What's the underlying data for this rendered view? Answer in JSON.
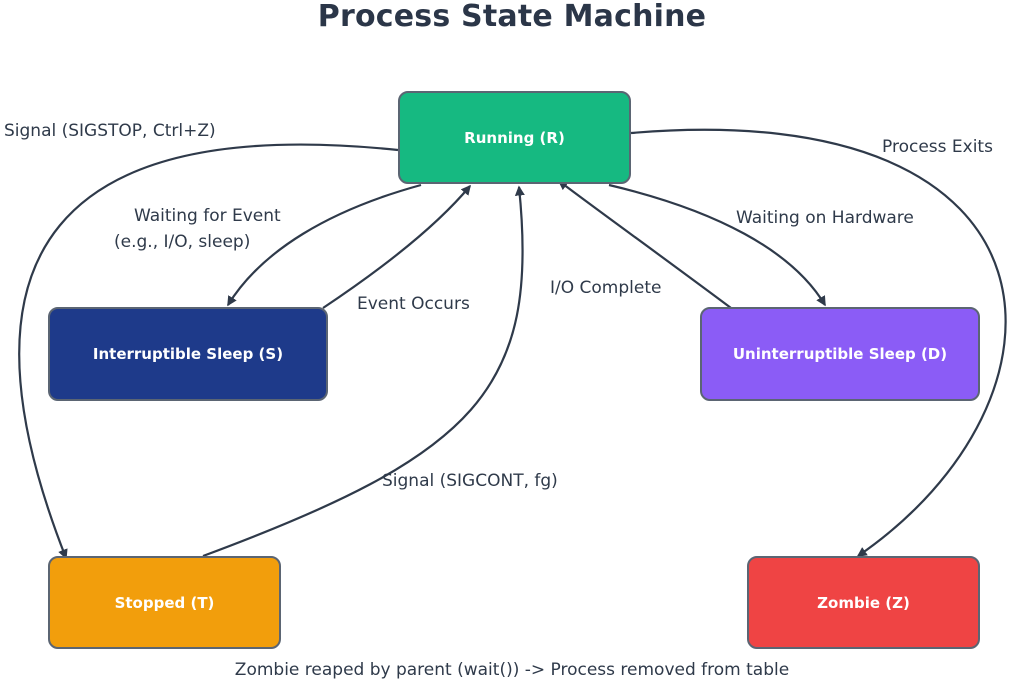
{
  "title": "Process State Machine",
  "states": {
    "running": {
      "label": "Running (R)",
      "color": "#16b981"
    },
    "interruptible_sleep": {
      "label": "Interruptible Sleep (S)",
      "color": "#1e3a8a"
    },
    "uninterruptible_sleep": {
      "label": "Uninterruptible Sleep (D)",
      "color": "#8b5cf6"
    },
    "stopped": {
      "label": "Stopped (T)",
      "color": "#f29e0c"
    },
    "zombie": {
      "label": "Zombie (Z)",
      "color": "#ef4444"
    }
  },
  "transitions": {
    "running_to_stopped": {
      "label": "Signal (SIGSTOP, Ctrl+Z)"
    },
    "running_to_zombie": {
      "label": "Process Exits"
    },
    "running_to_interruptible": {
      "label_line1": "Waiting for Event",
      "label_line2": "(e.g., I/O, sleep)"
    },
    "interruptible_to_running": {
      "label": "Event Occurs"
    },
    "running_to_uninterruptible": {
      "label": "Waiting on Hardware"
    },
    "uninterruptible_to_running": {
      "label": "I/O Complete"
    },
    "stopped_to_running": {
      "label": "Signal (SIGCONT, fg)"
    }
  },
  "footer": "Zombie reaped by parent (wait()) -> Process removed from table",
  "colors": {
    "edge": "#2f3a4a",
    "border": "#5b6573"
  }
}
